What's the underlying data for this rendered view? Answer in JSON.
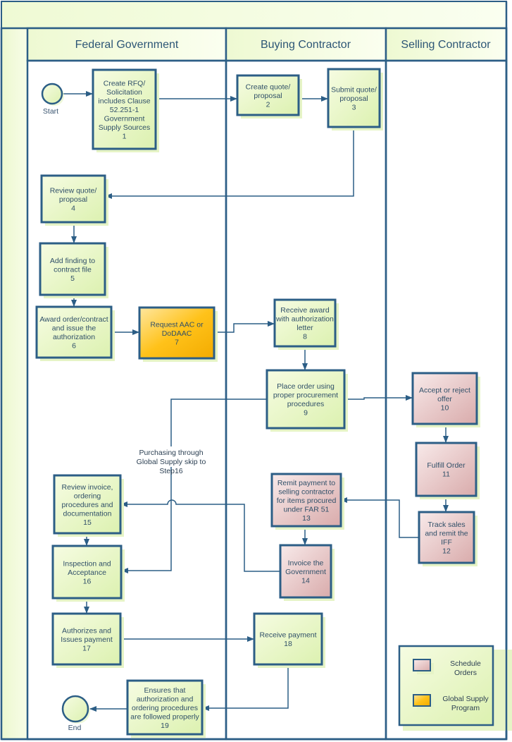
{
  "colors": {
    "border": "#2c5e86",
    "green_fill_top": "#f4fbdc",
    "green_fill_bottom": "#dff3b6",
    "pink_fill_top": "#f7e6e6",
    "pink_fill_bottom": "#dcb1b1",
    "orange_fill_top": "#ffe08a",
    "orange_fill_bottom": "#f5b000",
    "shadow": "#e4f2c4",
    "text": "#2f4f68"
  },
  "lanes": [
    {
      "id": "federal",
      "title": "Federal Government"
    },
    {
      "id": "buying",
      "title": "Buying Contractor"
    },
    {
      "id": "selling",
      "title": "Selling Contractor"
    }
  ],
  "events": {
    "start": {
      "label": "Start"
    },
    "end": {
      "label": "End"
    }
  },
  "steps": [
    {
      "num": "1",
      "lines": [
        "Create RFQ/",
        "Solicitation",
        "includes Clause",
        "52.251-1",
        "Government",
        "Supply Sources"
      ],
      "kind": "normal",
      "lane": "federal"
    },
    {
      "num": "2",
      "lines": [
        "Create quote/",
        "proposal"
      ],
      "kind": "normal",
      "lane": "buying"
    },
    {
      "num": "3",
      "lines": [
        "Submit quote/",
        "proposal"
      ],
      "kind": "normal",
      "lane": "buying"
    },
    {
      "num": "4",
      "lines": [
        "Review quote/",
        "proposal"
      ],
      "kind": "normal",
      "lane": "federal"
    },
    {
      "num": "5",
      "lines": [
        "Add finding to",
        "contract file"
      ],
      "kind": "normal",
      "lane": "federal"
    },
    {
      "num": "6",
      "lines": [
        "Award order/contract",
        "and issue the",
        "authorization"
      ],
      "kind": "normal",
      "lane": "federal"
    },
    {
      "num": "7",
      "lines": [
        "Request AAC or",
        "DoDAAC"
      ],
      "kind": "global",
      "lane": "federal"
    },
    {
      "num": "8",
      "lines": [
        "Receive award",
        "with authorization",
        "letter"
      ],
      "kind": "normal",
      "lane": "buying"
    },
    {
      "num": "9",
      "lines": [
        "Place order using",
        "proper procurement",
        "procedures"
      ],
      "kind": "normal",
      "lane": "buying"
    },
    {
      "num": "10",
      "lines": [
        "Accept or reject",
        "offer"
      ],
      "kind": "schedule",
      "lane": "selling"
    },
    {
      "num": "11",
      "lines": [
        "Fulfill Order"
      ],
      "kind": "schedule",
      "lane": "selling"
    },
    {
      "num": "12",
      "lines": [
        "Track sales",
        "and remit the",
        "IFF"
      ],
      "kind": "schedule",
      "lane": "selling"
    },
    {
      "num": "13",
      "lines": [
        "Remit payment to",
        "selling contractor",
        "for items procured",
        "under FAR 51"
      ],
      "kind": "schedule",
      "lane": "buying"
    },
    {
      "num": "14",
      "lines": [
        "Invoice the",
        "Government"
      ],
      "kind": "schedule",
      "lane": "buying"
    },
    {
      "num": "15",
      "lines": [
        "Review invoice,",
        "ordering",
        "procedures and",
        "documentation"
      ],
      "kind": "normal",
      "lane": "federal"
    },
    {
      "num": "16",
      "lines": [
        "Inspection and",
        "Acceptance"
      ],
      "kind": "normal",
      "lane": "federal"
    },
    {
      "num": "17",
      "lines": [
        "Authorizes and",
        "Issues payment"
      ],
      "kind": "normal",
      "lane": "federal"
    },
    {
      "num": "18",
      "lines": [
        "Receive payment"
      ],
      "kind": "normal",
      "lane": "buying"
    },
    {
      "num": "19",
      "lines": [
        "Ensures that",
        "authorization and",
        "ordering procedures",
        "are followed properly"
      ],
      "kind": "normal",
      "lane": "federal"
    }
  ],
  "annotation": {
    "lines": [
      "Purchasing through",
      "Global Supply skip to",
      "Step16"
    ]
  },
  "legend": {
    "items": [
      {
        "kind": "schedule",
        "lines": [
          "Schedule",
          "Orders"
        ]
      },
      {
        "kind": "global",
        "lines": [
          "Global Supply",
          "Program"
        ]
      }
    ]
  }
}
